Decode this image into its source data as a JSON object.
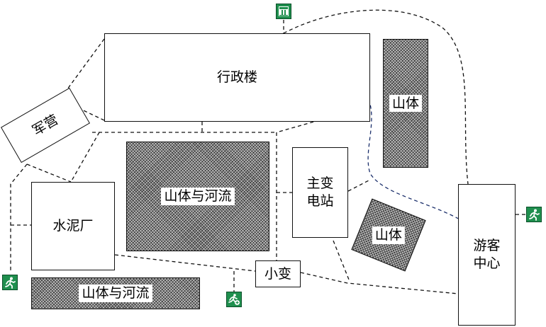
{
  "buildings": {
    "admin": "行政楼",
    "barracks": "军营",
    "cement": "水泥厂",
    "substation_main": "主变\n电站",
    "substation_small": "小变",
    "visitor_center": "游客\n中心"
  },
  "terrain": {
    "mountain_river_center": "山体与河流",
    "mountain_river_bottom": "山体与河流",
    "mountain_right": "山体",
    "mountain_rotated": "山体"
  },
  "icons": {
    "exit_top": "emergency-shelter-icon",
    "exit_left": "running-exit-icon",
    "exit_bottom": "running-exit-plus-icon",
    "exit_right": "running-exit-icon"
  },
  "colors": {
    "route_black": "#111111",
    "route_blue": "#1b2f6b",
    "sign_green": "#1f8f4e",
    "hatch_dark": "#3f3f3f"
  }
}
